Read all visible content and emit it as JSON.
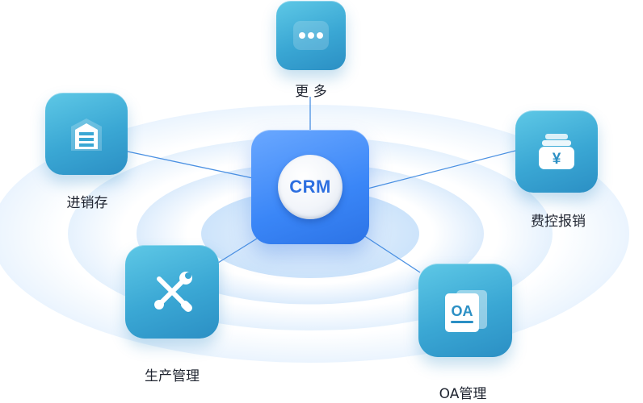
{
  "center": {
    "label": "CRM"
  },
  "nodes": {
    "more": {
      "label": "更 多",
      "icon": "more-dots-icon"
    },
    "inventory": {
      "label": "进销存",
      "icon": "warehouse-icon"
    },
    "expense": {
      "label": "费控报销",
      "icon": "money-bag-yen-icon",
      "glyph": "¥"
    },
    "production": {
      "label": "生产管理",
      "icon": "tools-wrench-screwdriver-icon"
    },
    "oa": {
      "label": "OA管理",
      "icon": "oa-document-icon",
      "glyph": "OA"
    }
  },
  "colors": {
    "center_tile": "#3a86f7",
    "node_tile": "#3aa7d4",
    "connector": "#4a90e2",
    "crm_text": "#2d6fe0",
    "label_text": "#1f2430"
  }
}
